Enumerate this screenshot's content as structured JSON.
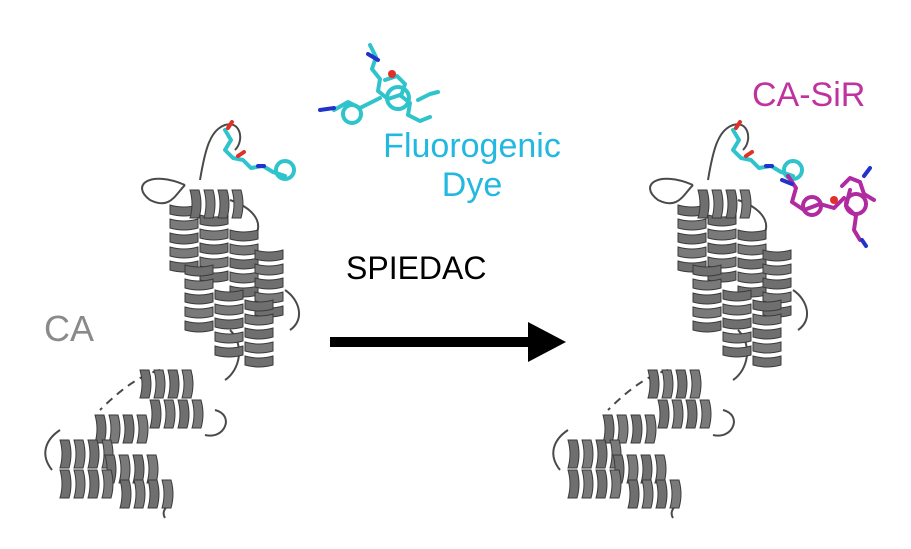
{
  "labels": {
    "protein": "CA",
    "dye_line1": "Fluorogenic",
    "dye_line2": "Dye",
    "reaction": "SPIEDAC",
    "product": "CA-SiR"
  },
  "colors": {
    "protein": "#6b6b6b",
    "protein_label": "#8a8a8a",
    "dye": "#22b8e0",
    "dye_stick": "#2fc4cc",
    "product_label": "#c0339f",
    "product_stick": "#b02aa0",
    "arrow": "#000000",
    "oxygen": "#e0302a",
    "nitrogen": "#2233cc"
  },
  "icons": {
    "reaction_arrow": "right-arrow-icon",
    "protein_left": "protein-ribbon-icon",
    "protein_right": "protein-ribbon-icon",
    "dye_molecule": "molecule-stick-icon",
    "product_molecule": "molecule-stick-icon"
  }
}
